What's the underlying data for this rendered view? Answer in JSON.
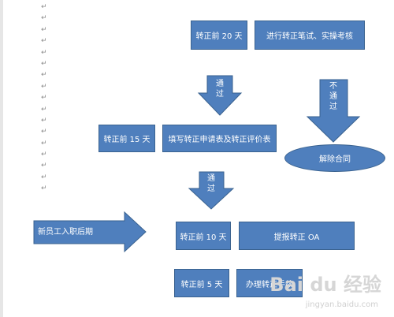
{
  "diagram": {
    "boxes": {
      "b20": "转正前 20 天",
      "exam": "进行转正笔试、实操考核",
      "b15": "转正前 15 天",
      "form": "填写转正申请表及转正评价表",
      "dismiss": "解除合同",
      "b10": "转正前 10 天",
      "oa": "提报转正 OA",
      "b5": "转正前 5 天",
      "handle": "办理转正手续"
    },
    "arrows": {
      "pass1": [
        "通",
        "过"
      ],
      "fail": [
        "不",
        "通",
        "过"
      ],
      "pass2": [
        "通",
        "过"
      ],
      "start": "新员工入职后期"
    }
  },
  "colors": {
    "fill": "#4f7fbd",
    "stroke": "#3a628f"
  },
  "watermark": {
    "brand": "Bai du 经验",
    "site": "jingyan.baidu.com"
  }
}
